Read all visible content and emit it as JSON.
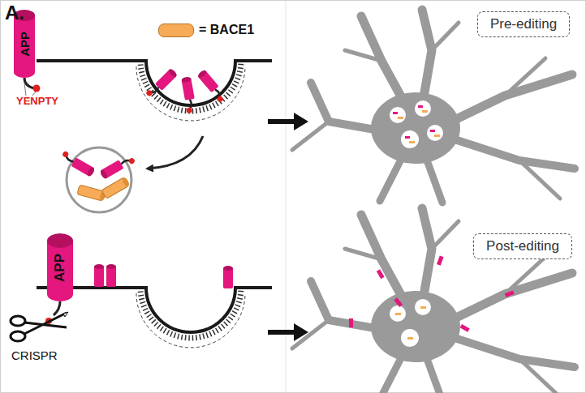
{
  "diagram": {
    "nodes": [
      {
        "text": [
          "APP"
        ]
      },
      {
        "text": [
          "Pre-editing"
        ]
      },
      {
        "text": [
          "APP"
        ]
      },
      {
        "text": [
          "Post-editing"
        ]
      }
    ],
    "labels": [
      "A.",
      "YENPTY",
      "CRISPR"
    ],
    "legend": [
      {
        "text": "= BACE1",
        "color": "#f7ab57"
      }
    ]
  }
}
